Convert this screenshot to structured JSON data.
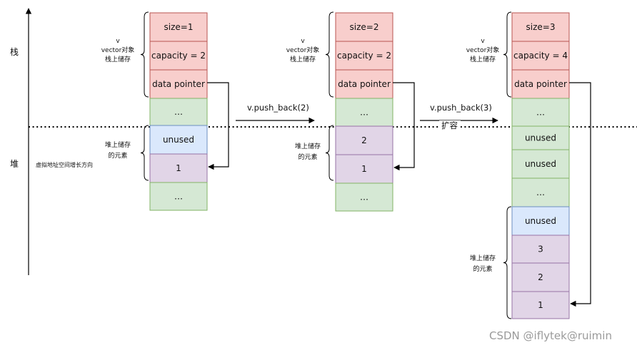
{
  "axis": {
    "stack_label": "栈",
    "heap_label": "堆",
    "direction_note": "虚拟地址空间增长方向"
  },
  "stages": [
    {
      "stack_note": [
        "v",
        "vector对象",
        "栈上储存"
      ],
      "stack_cells": [
        "size=1",
        "capacity = 2",
        "data pointer"
      ],
      "heap_note": [
        "堆上储存",
        "的元素"
      ],
      "heap_cells": [
        {
          "text": "…",
          "kind": "green"
        },
        {
          "text": "unused",
          "kind": "blue"
        },
        {
          "text": "1",
          "kind": "purple"
        },
        {
          "text": "…",
          "kind": "green"
        }
      ]
    },
    {
      "stack_note": [
        "v",
        "vector对象",
        "栈上储存"
      ],
      "stack_cells": [
        "size=2",
        "capacity = 2",
        "data pointer"
      ],
      "heap_note": [
        "堆上储存",
        "的元素"
      ],
      "heap_cells": [
        {
          "text": "…",
          "kind": "green"
        },
        {
          "text": "2",
          "kind": "purple"
        },
        {
          "text": "1",
          "kind": "purple"
        },
        {
          "text": "…",
          "kind": "green"
        }
      ]
    },
    {
      "stack_note": [
        "v",
        "vector对象",
        "栈上储存"
      ],
      "stack_cells": [
        "size=3",
        "capacity = 4",
        "data pointer"
      ],
      "heap_note": [
        "堆上储存",
        "的元素"
      ],
      "heap_cells": [
        {
          "text": "…",
          "kind": "green"
        },
        {
          "text": "unused",
          "kind": "green"
        },
        {
          "text": "unused",
          "kind": "green"
        },
        {
          "text": "…",
          "kind": "green"
        },
        {
          "text": "unused",
          "kind": "blue"
        },
        {
          "text": "3",
          "kind": "purple"
        },
        {
          "text": "2",
          "kind": "purple"
        },
        {
          "text": "1",
          "kind": "purple"
        }
      ]
    }
  ],
  "transitions": [
    {
      "label": "v.push_back(2)",
      "sublabel": ""
    },
    {
      "label": "v.push_back(3)",
      "sublabel": "扩容"
    }
  ],
  "watermark": "CSDN @iflytek@ruimin",
  "colors": {
    "red_fill": "#f8cecc",
    "red_stroke": "#b85450",
    "green_fill": "#d5e8d4",
    "green_stroke": "#82b366",
    "blue_fill": "#dae8fc",
    "blue_stroke": "#6c8ebf",
    "purple_fill": "#e1d5e7",
    "purple_stroke": "#9673a6"
  }
}
